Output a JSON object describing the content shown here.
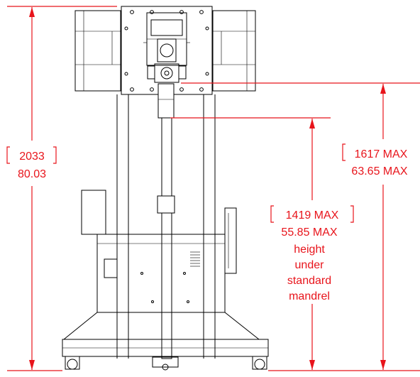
{
  "dimensions": {
    "overall": {
      "mm": "2033",
      "inches": "80.03"
    },
    "max_height": {
      "mm": "1617 MAX",
      "inches": "63.65 MAX"
    },
    "mandrel_height": {
      "mm": "1419 MAX",
      "inches": "55.85 MAX",
      "note": [
        "height",
        "under",
        "standard",
        "mandrel"
      ]
    }
  },
  "colors": {
    "dimension": "#e8141b",
    "ink": "#000000",
    "background": "#ffffff"
  }
}
